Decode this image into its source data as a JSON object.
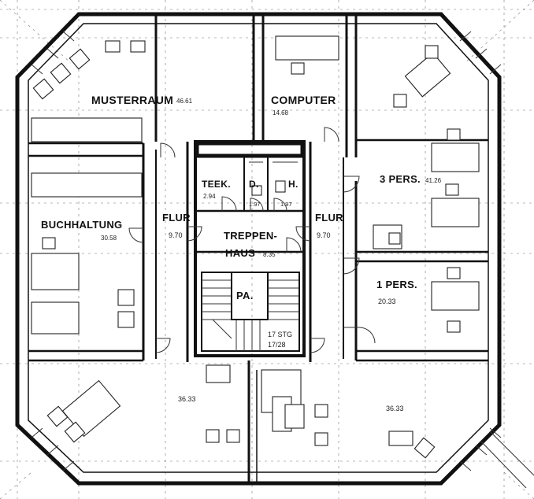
{
  "rooms": {
    "musterraum": {
      "name": "MUSTERRAUM",
      "area": "46.61"
    },
    "computer": {
      "name": "COMPUTER",
      "area": "14.68"
    },
    "three_pers": {
      "name": "3 PERS.",
      "area": "41.26"
    },
    "buchhaltung": {
      "name": "BUCHHALTUNG",
      "area": "30.58"
    },
    "one_pers": {
      "name": "1 PERS.",
      "area": "20.33"
    },
    "flur_left": {
      "name": "FLUR",
      "area": "9.70"
    },
    "flur_right": {
      "name": "FLUR",
      "area": "9.70"
    },
    "treppenhaus": {
      "line1": "TREPPEN-",
      "line2": "HAUS",
      "area": "8.35"
    },
    "teek": {
      "name": "TEEK.",
      "area": "2.94"
    },
    "damen": {
      "name": "D.",
      "area": "1.97"
    },
    "herren": {
      "name": "H.",
      "area": "1.97"
    },
    "lift": {
      "name": "PA."
    },
    "south_left": {
      "area": "36.33"
    },
    "south_right": {
      "area": "36.33"
    }
  },
  "stair": {
    "line1": "17 STG",
    "line2": "17/28"
  }
}
